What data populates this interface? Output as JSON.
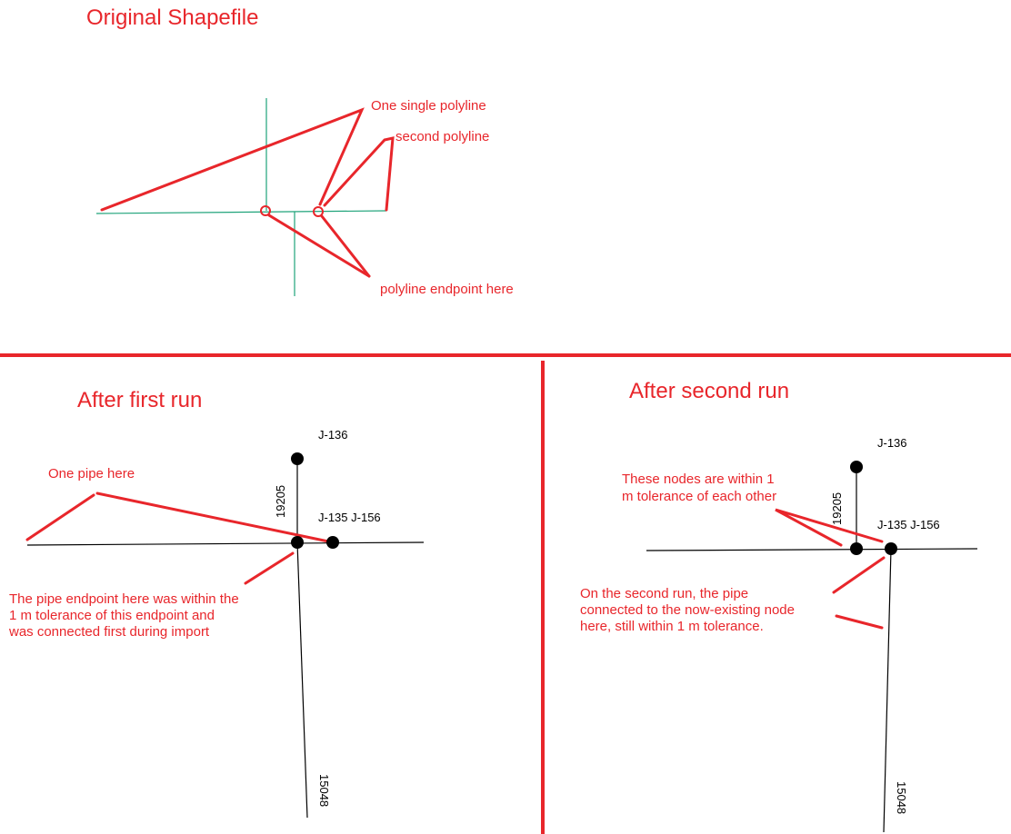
{
  "colors": {
    "annotation": "#e8262b",
    "original_lines": "#1fa37a",
    "network_lines": "#000000"
  },
  "panels": {
    "original": {
      "title": "Original Shapefile",
      "notes": {
        "single_polyline": "One single polyline",
        "second_polyline": "second polyline",
        "endpoint": "polyline endpoint here"
      }
    },
    "first_run": {
      "title": "After first run",
      "pipe_note": "One pipe here",
      "endpoint_note": [
        "The pipe endpoint here was within the",
        "1 m tolerance of this endpoint and",
        "was connected first during import"
      ],
      "nodes": {
        "top": "J-136",
        "middle": "J-135 J-156"
      },
      "pipes": {
        "upper": "19205",
        "lower": "15048"
      }
    },
    "second_run": {
      "title": "After second run",
      "tolerance_note": [
        "These nodes are within 1",
        "m tolerance of each other"
      ],
      "connection_note": [
        "On the second run, the pipe",
        "connected to the now-existing node",
        "here, still within 1 m tolerance."
      ],
      "nodes": {
        "top": "J-136",
        "middle": "J-135 J-156"
      },
      "pipes": {
        "upper": "19205",
        "lower": "15048"
      }
    }
  }
}
